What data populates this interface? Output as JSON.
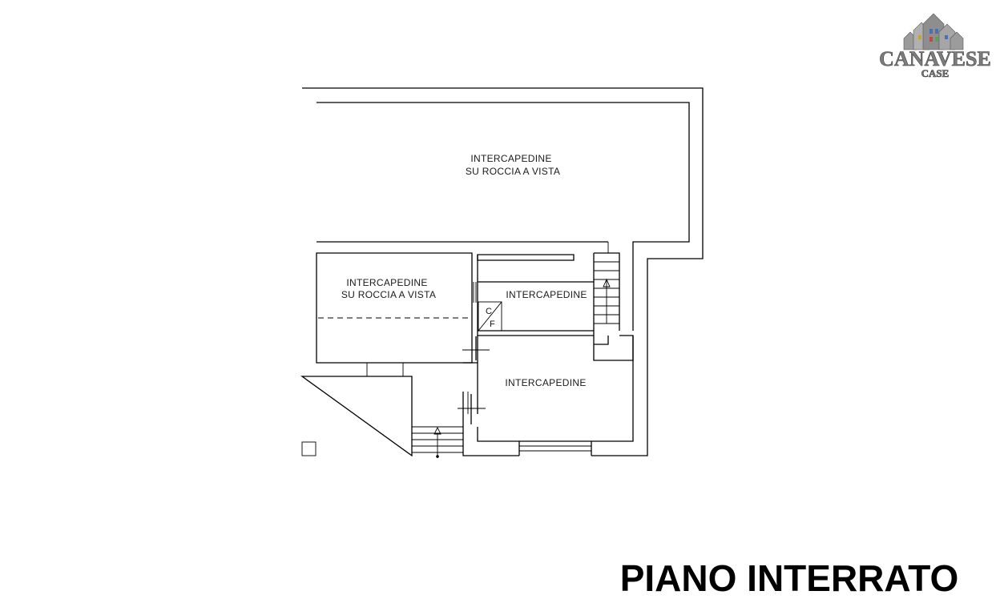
{
  "logo": {
    "line1": "CANAVESE",
    "line2": "CASE"
  },
  "rooms": {
    "top": {
      "line1": "INTERCAPEDINE",
      "line2": "SU ROCCIA A VISTA"
    },
    "left": {
      "line1": "INTERCAPEDINE",
      "line2": "SU ROCCIA A VISTA"
    },
    "middle": {
      "line1": "INTERCAPEDINE"
    },
    "bottom": {
      "line1": "INTERCAPEDINE"
    }
  },
  "fixtures": {
    "cf_top": "C",
    "cf_bottom": "F"
  },
  "title": "PIANO INTERRATO"
}
